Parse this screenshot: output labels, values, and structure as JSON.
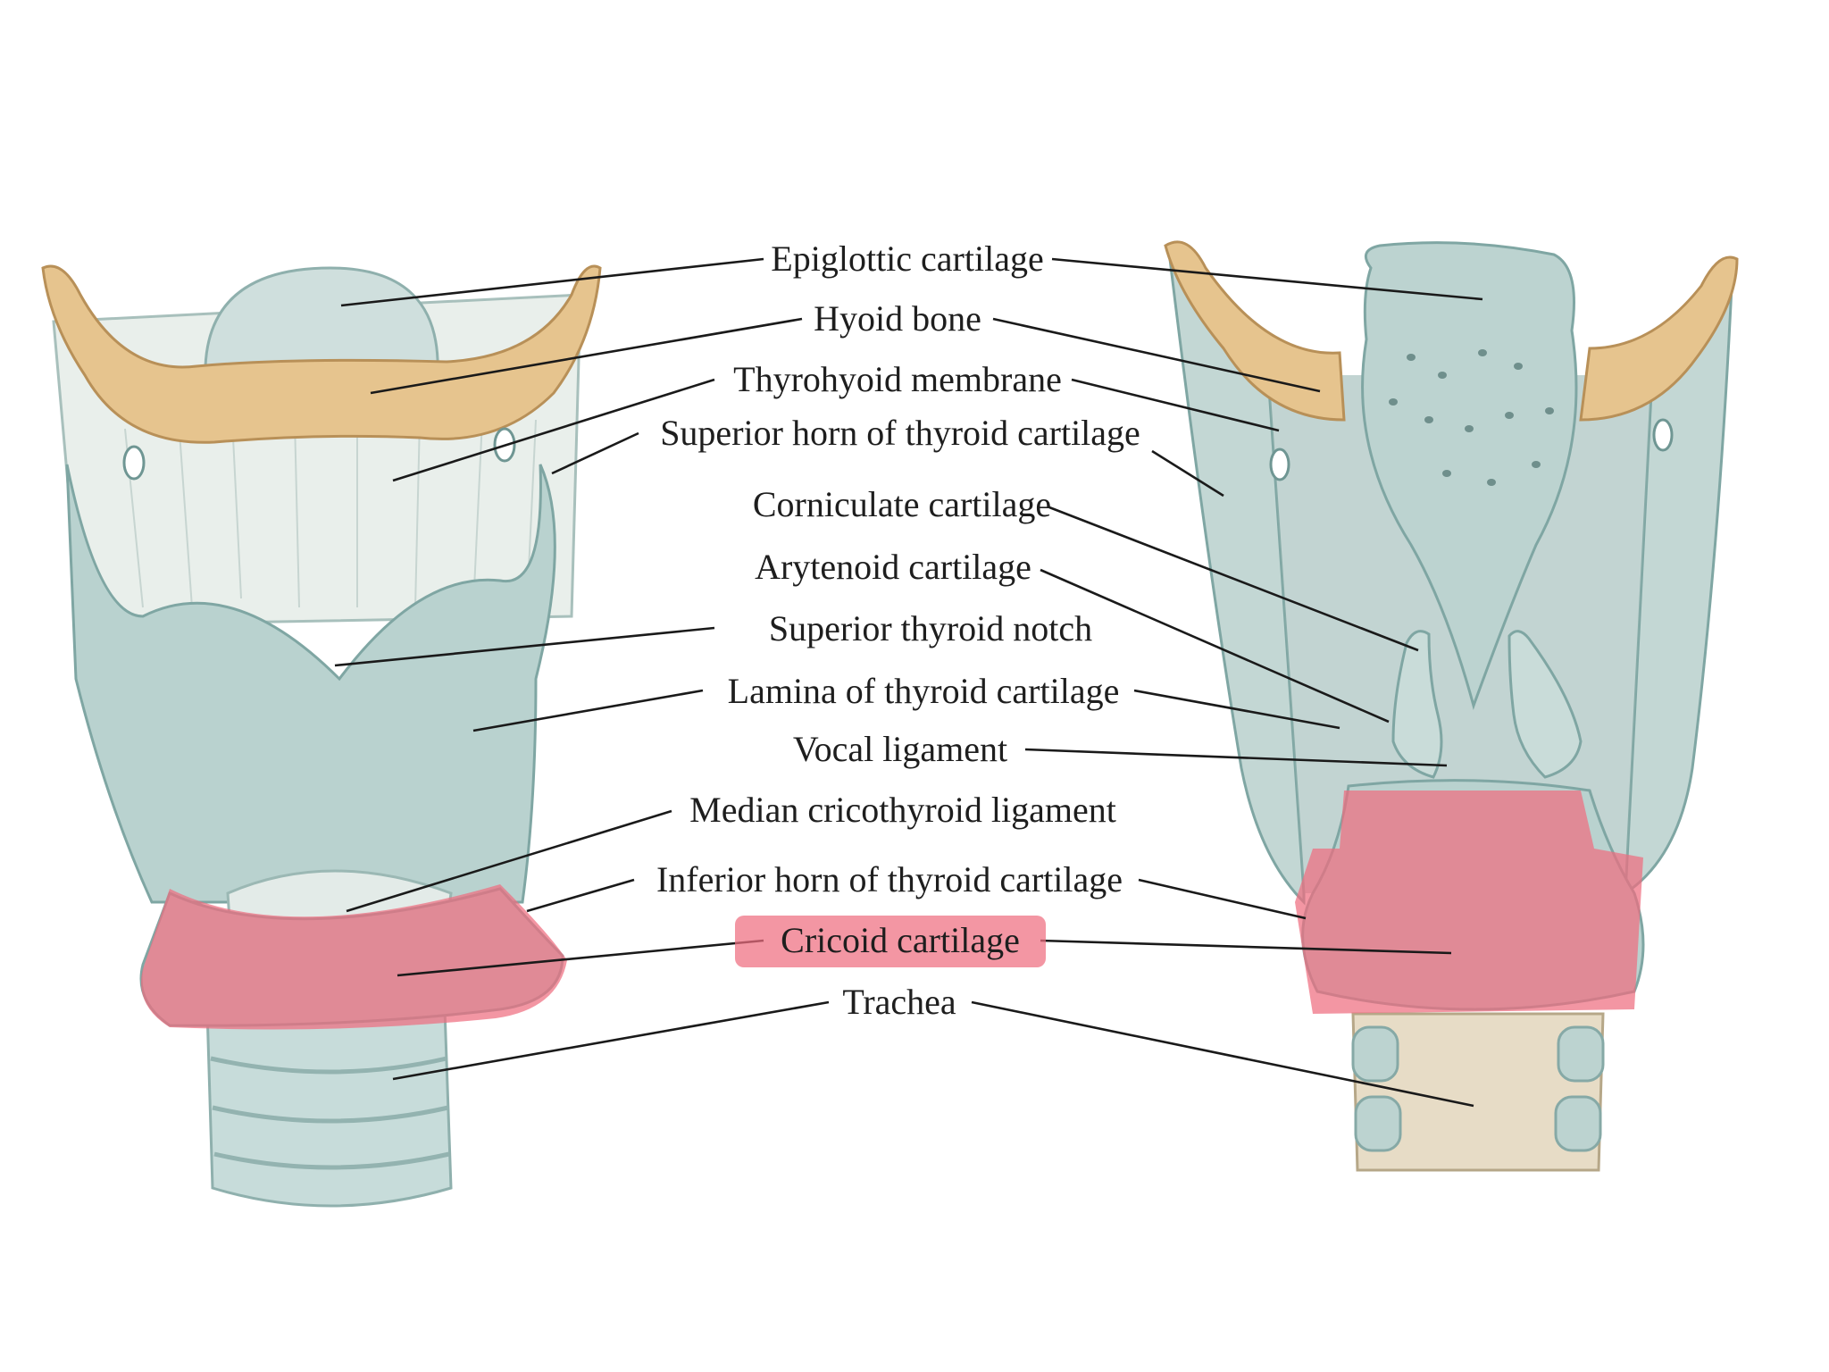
{
  "labels": {
    "epiglottic": "Epiglottic cartilage",
    "hyoid": "Hyoid bone",
    "thyrohyoid": "Thyrohyoid membrane",
    "superior_horn": "Superior horn of thyroid cartilage",
    "corniculate": "Corniculate cartilage",
    "arytenoid": "Arytenoid cartilage",
    "superior_notch": "Superior thyroid notch",
    "lamina": "Lamina of thyroid cartilage",
    "vocal": "Vocal ligament",
    "median_cricothyroid": "Median cricothyroid ligament",
    "inferior_horn": "Inferior horn of thyroid cartilage",
    "cricoid": "Cricoid cartilage",
    "trachea": "Trachea"
  },
  "highlighted_label": "cricoid",
  "colors": {
    "cartilage": "#b9d2cf",
    "cartilage_shadow": "#7fa6a3",
    "bone": "#e6c48e",
    "membrane": "#e8eeea",
    "highlight": "#ee6d80",
    "leader": "#1a1a1a"
  }
}
